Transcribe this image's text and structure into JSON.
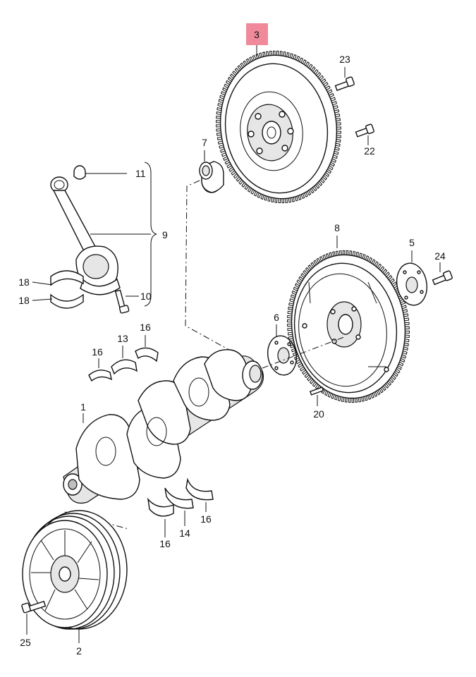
{
  "diagram": {
    "highlight_color": "#f08a9a",
    "highlighted_label": "3",
    "callouts": {
      "p1": "1",
      "p2": "2",
      "p3": "3",
      "p5": "5",
      "p6": "6",
      "p7": "7",
      "p8": "8",
      "p9": "9",
      "p10": "10",
      "p11": "11",
      "p13": "13",
      "p14": "14",
      "p16a": "16",
      "p16b": "16",
      "p16c": "16",
      "p16d": "16",
      "p18a": "18",
      "p18b": "18",
      "p20": "20",
      "p22": "22",
      "p23": "23",
      "p24": "24",
      "p25": "25"
    }
  }
}
